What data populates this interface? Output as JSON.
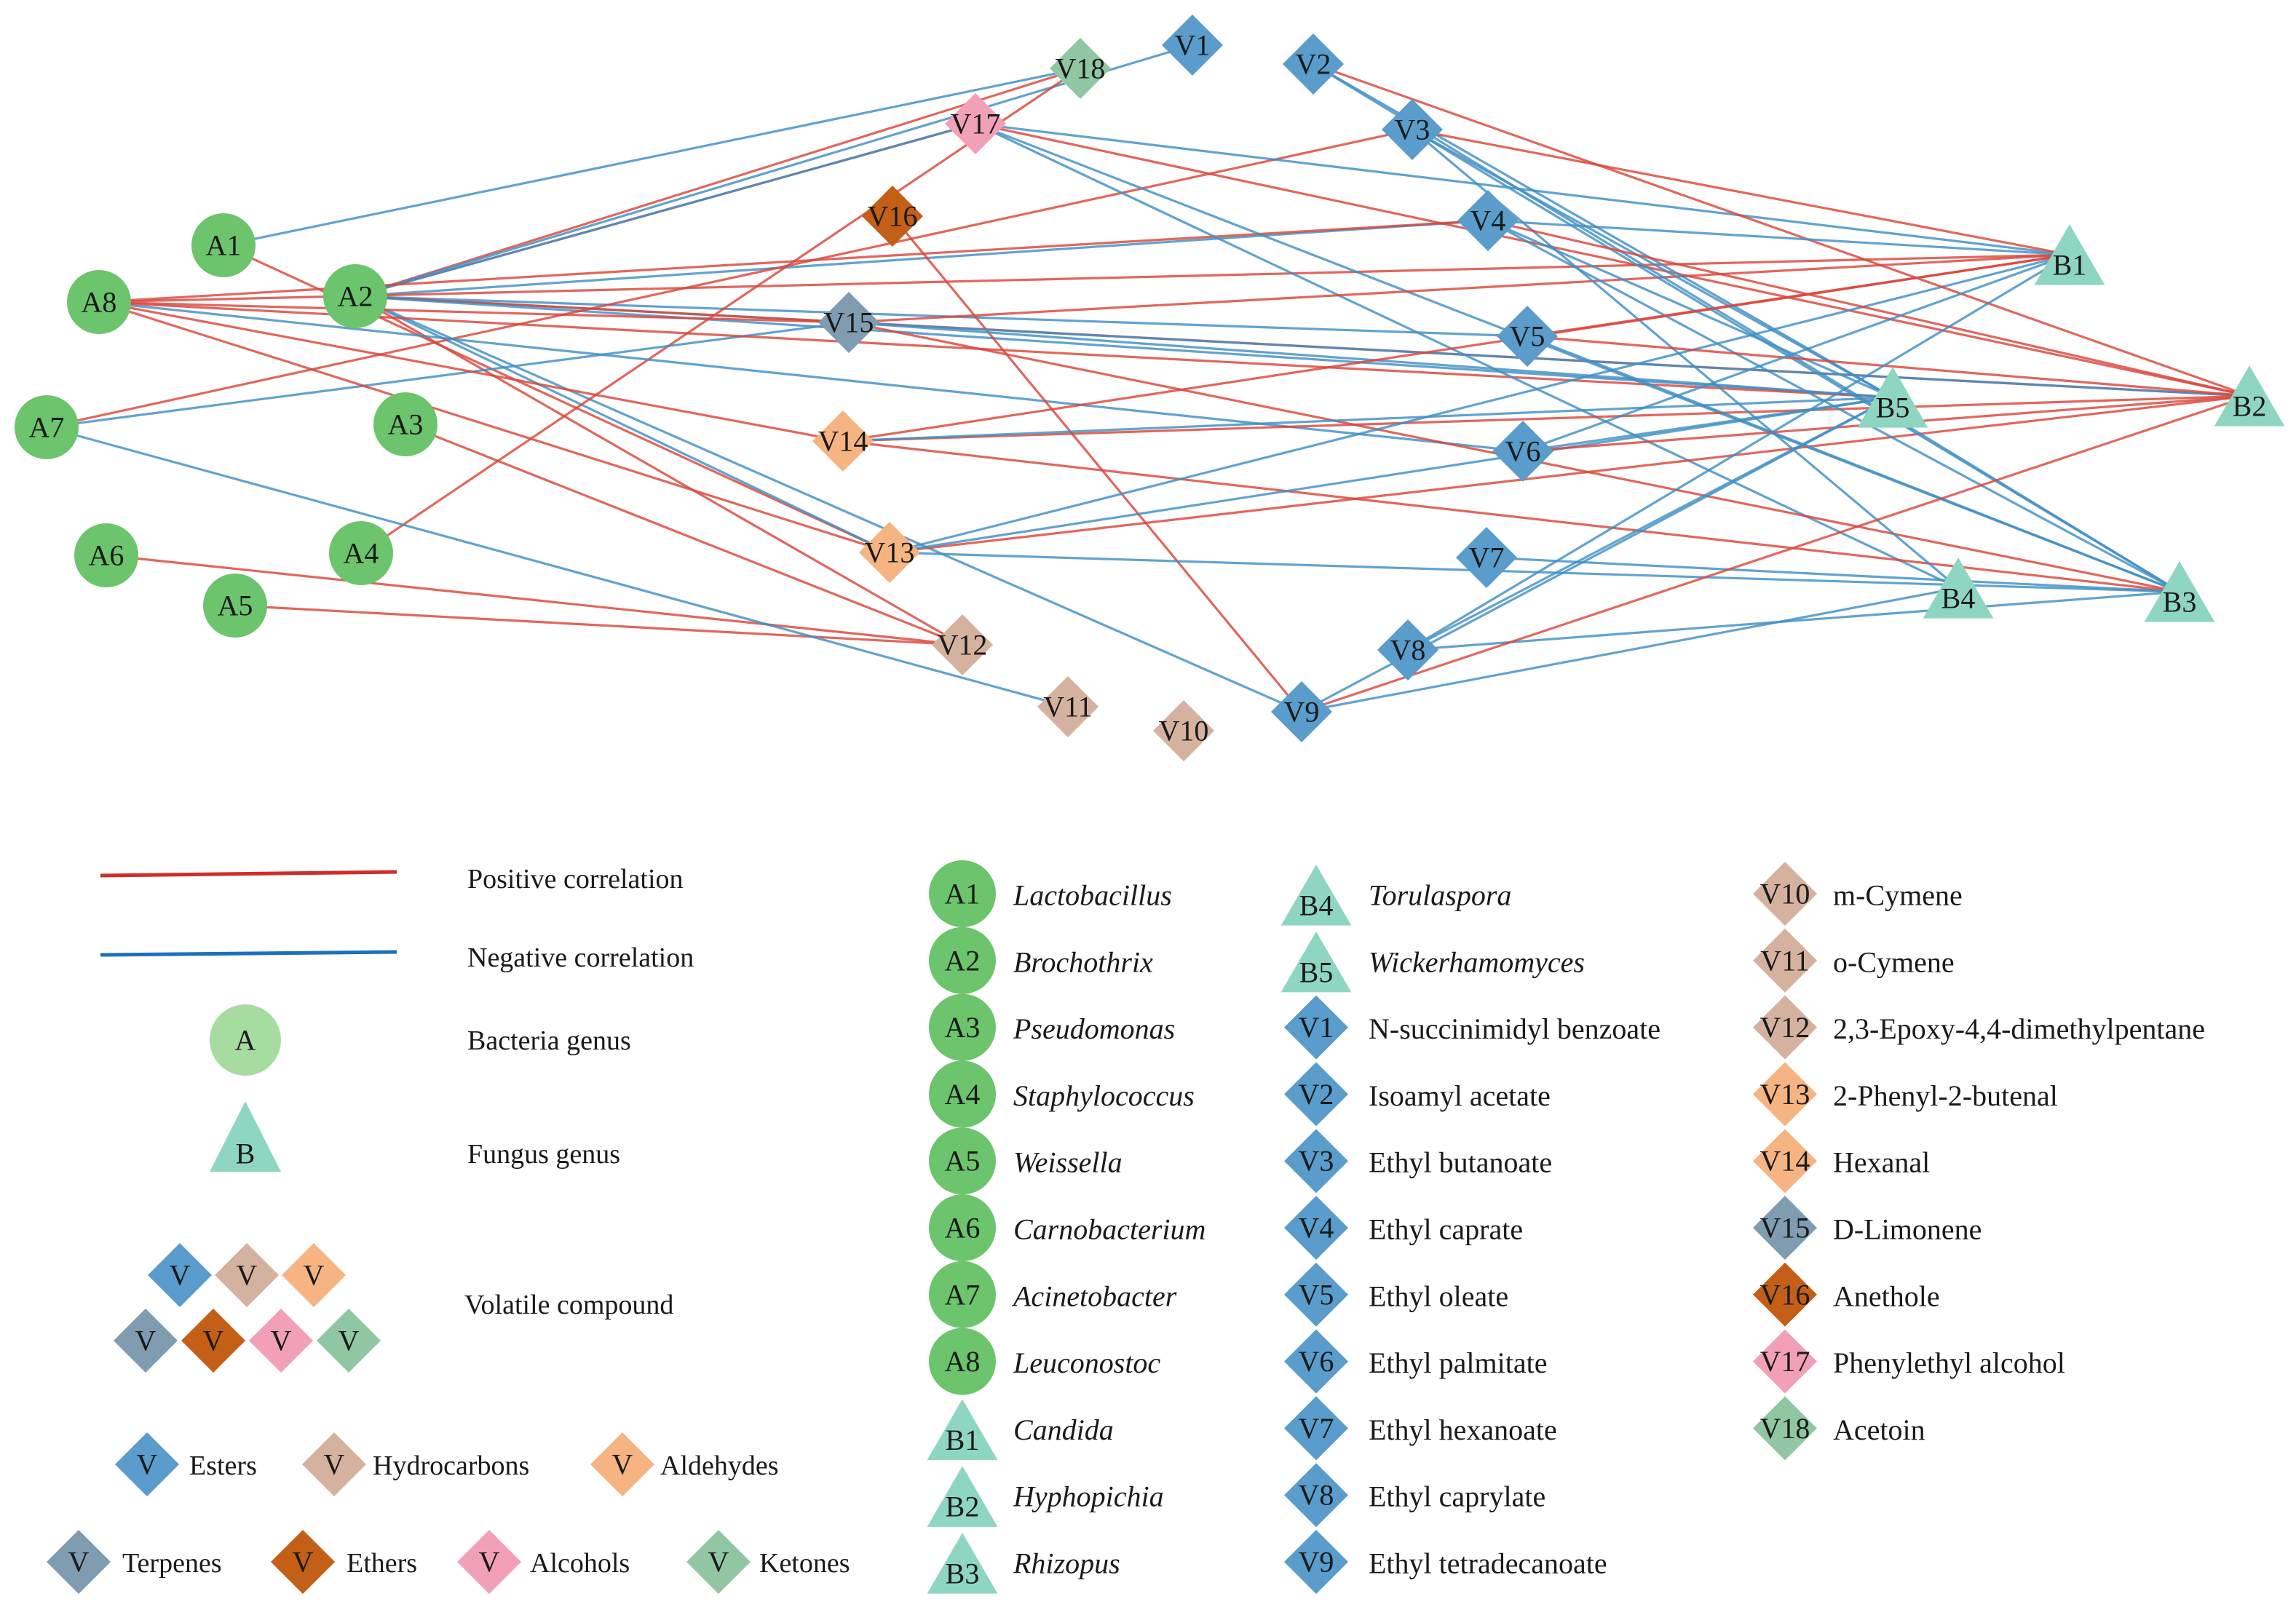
{
  "colors": {
    "positive": "#d9463a",
    "negative": "#3f8fc4",
    "positive_legend": "#d22b2b",
    "negative_legend": "#1f6fbf",
    "bacteria": "#6cc46c",
    "bacteria_legend": "#a6dca0",
    "fungus": "#8fd6c2",
    "esters": "#5a9ccb",
    "hydrocarbons": "#d5b29f",
    "aldehydes": "#f6b482",
    "terpenes": "#7f9cb0",
    "ethers": "#c45f17",
    "alcohols": "#f2a0b8",
    "ketones": "#90c7a2"
  },
  "network": {
    "nodes": [
      {
        "id": "A1",
        "label": "A1",
        "kind": "bacteria"
      },
      {
        "id": "A2",
        "label": "A2",
        "kind": "bacteria"
      },
      {
        "id": "A3",
        "label": "A3",
        "kind": "bacteria"
      },
      {
        "id": "A4",
        "label": "A4",
        "kind": "bacteria"
      },
      {
        "id": "A5",
        "label": "A5",
        "kind": "bacteria"
      },
      {
        "id": "A6",
        "label": "A6",
        "kind": "bacteria"
      },
      {
        "id": "A7",
        "label": "A7",
        "kind": "bacteria"
      },
      {
        "id": "A8",
        "label": "A8",
        "kind": "bacteria"
      },
      {
        "id": "B1",
        "label": "B1",
        "kind": "fungus"
      },
      {
        "id": "B2",
        "label": "B2",
        "kind": "fungus"
      },
      {
        "id": "B3",
        "label": "B3",
        "kind": "fungus"
      },
      {
        "id": "B4",
        "label": "B4",
        "kind": "fungus"
      },
      {
        "id": "B5",
        "label": "B5",
        "kind": "fungus"
      },
      {
        "id": "V1",
        "label": "V1",
        "kind": "esters"
      },
      {
        "id": "V2",
        "label": "V2",
        "kind": "esters"
      },
      {
        "id": "V3",
        "label": "V3",
        "kind": "esters"
      },
      {
        "id": "V4",
        "label": "V4",
        "kind": "esters"
      },
      {
        "id": "V5",
        "label": "V5",
        "kind": "esters"
      },
      {
        "id": "V6",
        "label": "V6",
        "kind": "esters"
      },
      {
        "id": "V7",
        "label": "V7",
        "kind": "esters"
      },
      {
        "id": "V8",
        "label": "V8",
        "kind": "esters"
      },
      {
        "id": "V9",
        "label": "V9",
        "kind": "esters"
      },
      {
        "id": "V10",
        "label": "V10",
        "kind": "hydrocarbons"
      },
      {
        "id": "V11",
        "label": "V11",
        "kind": "hydrocarbons"
      },
      {
        "id": "V12",
        "label": "V12",
        "kind": "hydrocarbons"
      },
      {
        "id": "V13",
        "label": "V13",
        "kind": "aldehydes"
      },
      {
        "id": "V14",
        "label": "V14",
        "kind": "aldehydes"
      },
      {
        "id": "V15",
        "label": "V15",
        "kind": "terpenes"
      },
      {
        "id": "V16",
        "label": "V16",
        "kind": "ethers"
      },
      {
        "id": "V17",
        "label": "V17",
        "kind": "alcohols"
      },
      {
        "id": "V18",
        "label": "V18",
        "kind": "ketones"
      }
    ],
    "edges": [
      [
        "A1",
        "V18",
        "neg"
      ],
      [
        "A1",
        "V13",
        "pos"
      ],
      [
        "A2",
        "V17",
        "pos"
      ],
      [
        "A2",
        "V18",
        "pos"
      ],
      [
        "A2",
        "V1",
        "neg"
      ],
      [
        "A2",
        "V4",
        "neg"
      ],
      [
        "A2",
        "V5",
        "neg"
      ],
      [
        "A2",
        "V13",
        "neg"
      ],
      [
        "A2",
        "V9",
        "neg"
      ],
      [
        "A2",
        "V12",
        "pos"
      ],
      [
        "A2",
        "V15",
        "neg"
      ],
      [
        "A2",
        "V17",
        "neg"
      ],
      [
        "A2",
        "B2",
        "pos"
      ],
      [
        "A2",
        "B5",
        "neg"
      ],
      [
        "A3",
        "V12",
        "pos"
      ],
      [
        "A4",
        "V18",
        "pos"
      ],
      [
        "A5",
        "V12",
        "pos"
      ],
      [
        "A6",
        "V12",
        "pos"
      ],
      [
        "A7",
        "V3",
        "pos"
      ],
      [
        "A7",
        "V15",
        "neg"
      ],
      [
        "A7",
        "V11",
        "neg"
      ],
      [
        "A8",
        "V4",
        "pos"
      ],
      [
        "A8",
        "V15",
        "pos"
      ],
      [
        "A8",
        "V14",
        "pos"
      ],
      [
        "A8",
        "V13",
        "pos"
      ],
      [
        "A8",
        "V6",
        "neg"
      ],
      [
        "A8",
        "B1",
        "pos"
      ],
      [
        "A8",
        "B5",
        "pos"
      ],
      [
        "V17",
        "B1",
        "neg"
      ],
      [
        "V17",
        "B2",
        "pos"
      ],
      [
        "V17",
        "B4",
        "neg"
      ],
      [
        "V17",
        "B3",
        "neg"
      ],
      [
        "V16",
        "V9",
        "pos"
      ],
      [
        "V15",
        "B1",
        "pos"
      ],
      [
        "V15",
        "B2",
        "neg"
      ],
      [
        "V15",
        "B3",
        "pos"
      ],
      [
        "V15",
        "B5",
        "neg"
      ],
      [
        "V14",
        "B1",
        "pos"
      ],
      [
        "V14",
        "B2",
        "pos"
      ],
      [
        "V14",
        "B3",
        "pos"
      ],
      [
        "V14",
        "B5",
        "neg"
      ],
      [
        "V13",
        "B1",
        "neg"
      ],
      [
        "V13",
        "B2",
        "pos"
      ],
      [
        "V13",
        "B3",
        "neg"
      ],
      [
        "V13",
        "B5",
        "neg"
      ],
      [
        "V2",
        "B2",
        "pos"
      ],
      [
        "V2",
        "B3",
        "neg"
      ],
      [
        "V2",
        "B5",
        "neg"
      ],
      [
        "V3",
        "B1",
        "pos"
      ],
      [
        "V3",
        "B3",
        "neg"
      ],
      [
        "V3",
        "B5",
        "neg"
      ],
      [
        "V3",
        "B4",
        "neg"
      ],
      [
        "V4",
        "B1",
        "neg"
      ],
      [
        "V4",
        "B2",
        "pos"
      ],
      [
        "V4",
        "B3",
        "neg"
      ],
      [
        "V4",
        "B5",
        "neg"
      ],
      [
        "V5",
        "B1",
        "pos"
      ],
      [
        "V5",
        "B2",
        "pos"
      ],
      [
        "V5",
        "B3",
        "neg"
      ],
      [
        "V6",
        "B1",
        "neg"
      ],
      [
        "V6",
        "B2",
        "pos"
      ],
      [
        "V6",
        "B5",
        "neg"
      ],
      [
        "V7",
        "B3",
        "neg"
      ],
      [
        "V8",
        "B1",
        "neg"
      ],
      [
        "V8",
        "B5",
        "neg"
      ],
      [
        "V8",
        "B3",
        "neg"
      ],
      [
        "V9",
        "B2",
        "pos"
      ],
      [
        "V9",
        "B4",
        "neg"
      ],
      [
        "V9",
        "B5",
        "neg"
      ]
    ]
  },
  "legend": {
    "positive_label": "Positive correlation",
    "negative_label": "Negative correlation",
    "bacteria_label": "Bacteria genus",
    "bacteria_symbol": "A",
    "fungus_label": "Fungus genus",
    "fungus_symbol": "B",
    "volatile_label": "Volatile compound",
    "volatile_symbol": "V",
    "volatile_kinds": [
      "esters",
      "hydrocarbons",
      "aldehydes",
      "terpenes",
      "ethers",
      "alcohols",
      "ketones"
    ],
    "categories_row1": [
      {
        "kind": "esters",
        "label": "Esters"
      },
      {
        "kind": "hydrocarbons",
        "label": "Hydrocarbons"
      },
      {
        "kind": "aldehydes",
        "label": "Aldehydes"
      }
    ],
    "categories_row2": [
      {
        "kind": "terpenes",
        "label": "Terpenes"
      },
      {
        "kind": "ethers",
        "label": "Ethers"
      },
      {
        "kind": "alcohols",
        "label": "Alcohols"
      },
      {
        "kind": "ketones",
        "label": "Ketones"
      }
    ]
  },
  "key_columns": [
    [
      {
        "code": "A1",
        "kind": "bacteria",
        "name": "Lactobacillus",
        "italic": true
      },
      {
        "code": "A2",
        "kind": "bacteria",
        "name": "Brochothrix",
        "italic": true
      },
      {
        "code": "A3",
        "kind": "bacteria",
        "name": "Pseudomonas",
        "italic": true
      },
      {
        "code": "A4",
        "kind": "bacteria",
        "name": "Staphylococcus",
        "italic": true
      },
      {
        "code": "A5",
        "kind": "bacteria",
        "name": "Weissella",
        "italic": true
      },
      {
        "code": "A6",
        "kind": "bacteria",
        "name": "Carnobacterium",
        "italic": true
      },
      {
        "code": "A7",
        "kind": "bacteria",
        "name": "Acinetobacter",
        "italic": true
      },
      {
        "code": "A8",
        "kind": "bacteria",
        "name": "Leuconostoc",
        "italic": true
      },
      {
        "code": "B1",
        "kind": "fungus",
        "name": "Candida",
        "italic": true
      },
      {
        "code": "B2",
        "kind": "fungus",
        "name": "Hyphopichia",
        "italic": true
      },
      {
        "code": "B3",
        "kind": "fungus",
        "name": "Rhizopus",
        "italic": true
      }
    ],
    [
      {
        "code": "B4",
        "kind": "fungus",
        "name": "Torulaspora",
        "italic": true
      },
      {
        "code": "B5",
        "kind": "fungus",
        "name": "Wickerhamomyces",
        "italic": true
      },
      {
        "code": "V1",
        "kind": "esters",
        "name": "N-succinimidyl benzoate",
        "italic": false
      },
      {
        "code": "V2",
        "kind": "esters",
        "name": "Isoamyl acetate",
        "italic": false
      },
      {
        "code": "V3",
        "kind": "esters",
        "name": "Ethyl butanoate",
        "italic": false
      },
      {
        "code": "V4",
        "kind": "esters",
        "name": "Ethyl caprate",
        "italic": false
      },
      {
        "code": "V5",
        "kind": "esters",
        "name": "Ethyl oleate",
        "italic": false
      },
      {
        "code": "V6",
        "kind": "esters",
        "name": "Ethyl palmitate",
        "italic": false
      },
      {
        "code": "V7",
        "kind": "esters",
        "name": "Ethyl hexanoate",
        "italic": false
      },
      {
        "code": "V8",
        "kind": "esters",
        "name": "Ethyl caprylate",
        "italic": false
      },
      {
        "code": "V9",
        "kind": "esters",
        "name": "Ethyl tetradecanoate",
        "italic": false
      }
    ],
    [
      {
        "code": "V10",
        "kind": "hydrocarbons",
        "name": "m-Cymene",
        "italic": false
      },
      {
        "code": "V11",
        "kind": "hydrocarbons",
        "name": "o-Cymene",
        "italic": false
      },
      {
        "code": "V12",
        "kind": "hydrocarbons",
        "name": "2,3-Epoxy-4,4-dimethylpentane",
        "italic": false
      },
      {
        "code": "V13",
        "kind": "aldehydes",
        "name": "2-Phenyl-2-butenal",
        "italic": false
      },
      {
        "code": "V14",
        "kind": "aldehydes",
        "name": "Hexanal",
        "italic": false
      },
      {
        "code": "V15",
        "kind": "terpenes",
        "name": "D-Limonene",
        "italic": false
      },
      {
        "code": "V16",
        "kind": "ethers",
        "name": "Anethole",
        "italic": false
      },
      {
        "code": "V17",
        "kind": "alcohols",
        "name": "Phenylethyl alcohol",
        "italic": false
      },
      {
        "code": "V18",
        "kind": "ketones",
        "name": "Acetoin",
        "italic": false
      }
    ]
  ]
}
